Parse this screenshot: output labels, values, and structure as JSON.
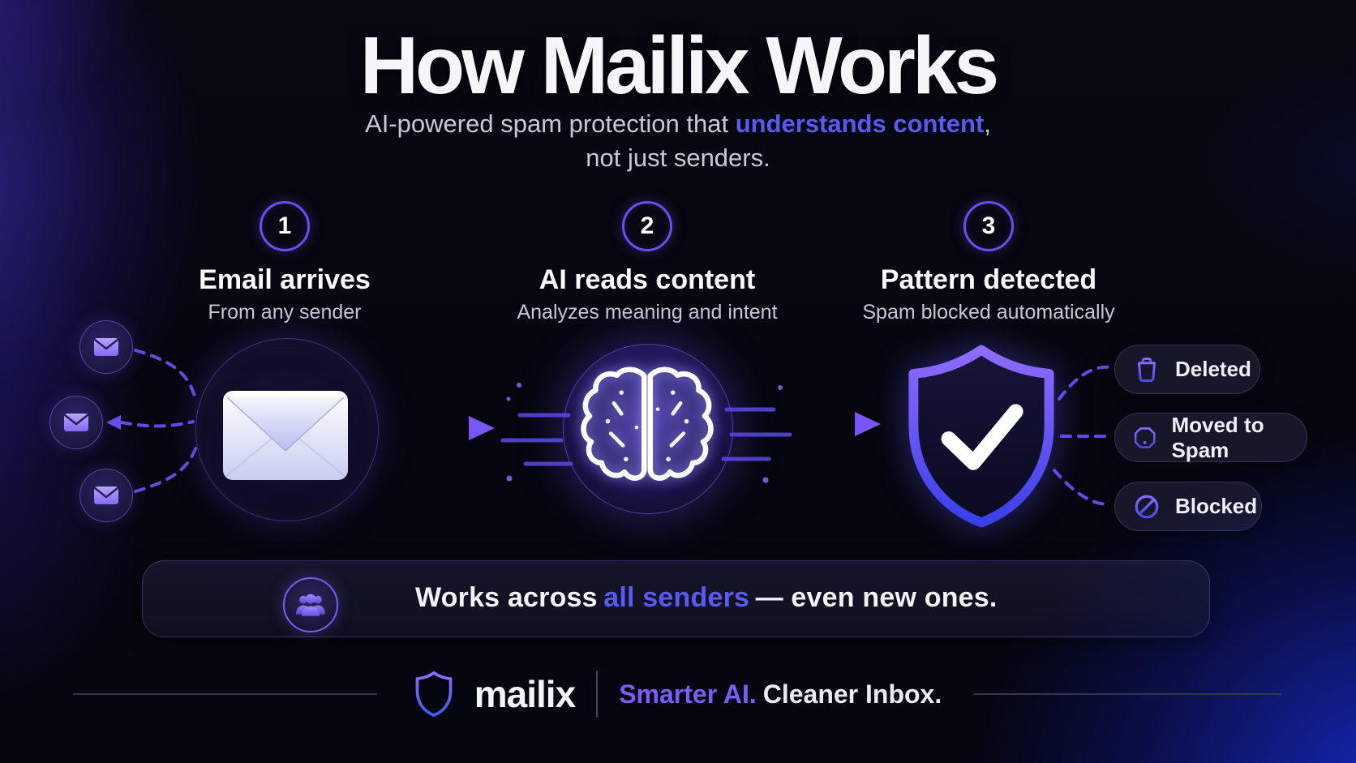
{
  "header": {
    "title": "How Mailix Works",
    "subtitle_prefix": "AI-powered spam protection that ",
    "subtitle_highlight": "understands content",
    "subtitle_suffix": ",",
    "subtitle_line2": "not just senders."
  },
  "steps": [
    {
      "number": "1",
      "title": "Email arrives",
      "subtitle": "From any sender"
    },
    {
      "number": "2",
      "title": "AI reads content",
      "subtitle": "Analyzes meaning and intent"
    },
    {
      "number": "3",
      "title": "Pattern detected",
      "subtitle": "Spam blocked automatically"
    }
  ],
  "outcomes": [
    {
      "icon": "trash-icon",
      "label": "Deleted"
    },
    {
      "icon": "alert-octagon-icon",
      "label": "Moved to Spam"
    },
    {
      "icon": "block-icon",
      "label": "Blocked"
    }
  ],
  "banner": {
    "prefix": "Works across",
    "highlight": "all senders",
    "suffix": "— even new ones."
  },
  "footer": {
    "brand": "mailix",
    "tagline_highlight": "Smarter AI.",
    "tagline_rest": "Cleaner Inbox."
  },
  "colors": {
    "background": "#05060f",
    "accent_blue": "#5a5af2",
    "accent_purple": "#7c5cf6",
    "shield_gradient_top": "#8f6bff",
    "shield_gradient_bottom": "#3a3fe8",
    "text_primary": "#f5f6fa",
    "text_secondary": "#c7c9d6"
  }
}
